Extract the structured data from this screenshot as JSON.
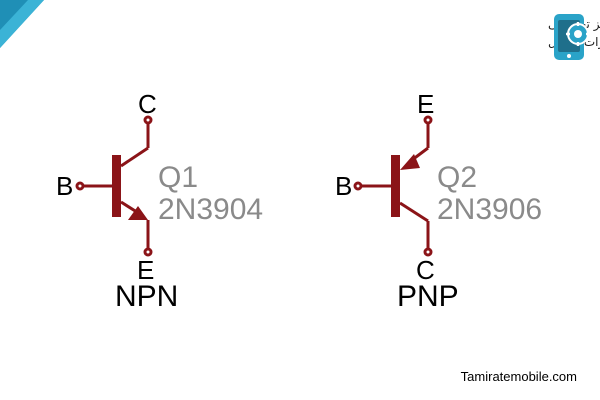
{
  "brand": {
    "line1": "مرکز تخصصی",
    "line2": "تعمیرات موبایل",
    "website": "Tamiratemobile.com",
    "accent": "#2aa3c8",
    "accent_dark": "#1f6f8b"
  },
  "symbol_color": "#8b1418",
  "transistors": [
    {
      "id": "q1",
      "ref": "Q1",
      "part": "2N3904",
      "type": "NPN",
      "pins": {
        "base": "B",
        "collector": "C",
        "emitter": "E"
      }
    },
    {
      "id": "q2",
      "ref": "Q2",
      "part": "2N3906",
      "type": "PNP",
      "pins": {
        "base": "B",
        "emitter": "E",
        "collector": "C"
      }
    }
  ]
}
